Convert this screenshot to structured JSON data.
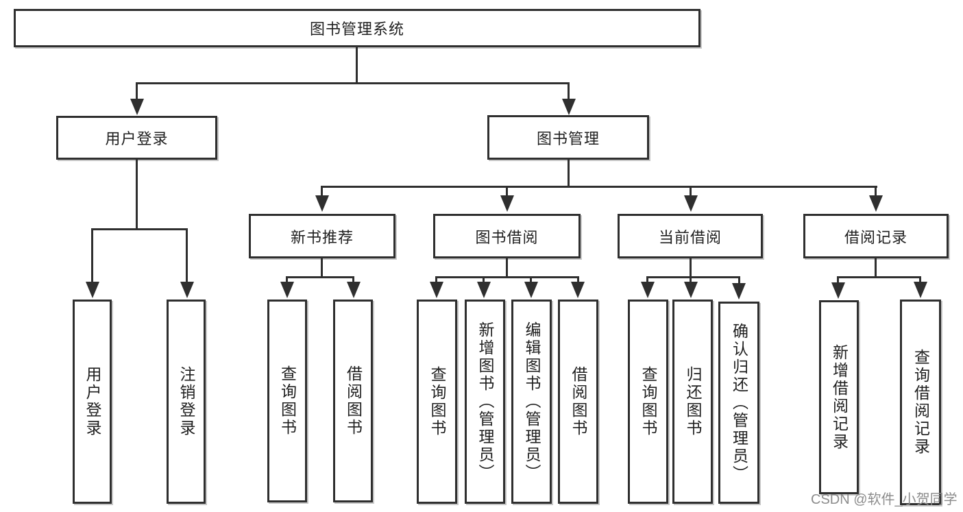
{
  "colors": {
    "line": "#2f2f2f",
    "text": "#1f1f1f",
    "watermark": "#8c8c8c",
    "node_background": "#ffffff",
    "page_background": "#ffffff"
  },
  "tree": {
    "label": "图书管理系统",
    "children": [
      {
        "label": "用户登录",
        "children": [
          {
            "label": "用户登录"
          },
          {
            "label": "注销登录"
          }
        ]
      },
      {
        "label": "图书管理",
        "children": [
          {
            "label": "新书推荐",
            "children": [
              {
                "label": "查询图书"
              },
              {
                "label": "借阅图书"
              }
            ]
          },
          {
            "label": "图书借阅",
            "children": [
              {
                "label": "查询图书"
              },
              {
                "label": "新增图书（管理员）"
              },
              {
                "label": "编辑图书（管理员）"
              },
              {
                "label": "借阅图书"
              }
            ]
          },
          {
            "label": "当前借阅",
            "children": [
              {
                "label": "查询图书"
              },
              {
                "label": "归还图书"
              },
              {
                "label": "确认归还（管理员）"
              }
            ]
          },
          {
            "label": "借阅记录",
            "children": [
              {
                "label": "新增借阅记录"
              },
              {
                "label": "查询借阅记录"
              }
            ]
          }
        ]
      }
    ]
  },
  "watermark": {
    "text": "CSDN @软件_小贺同学"
  }
}
